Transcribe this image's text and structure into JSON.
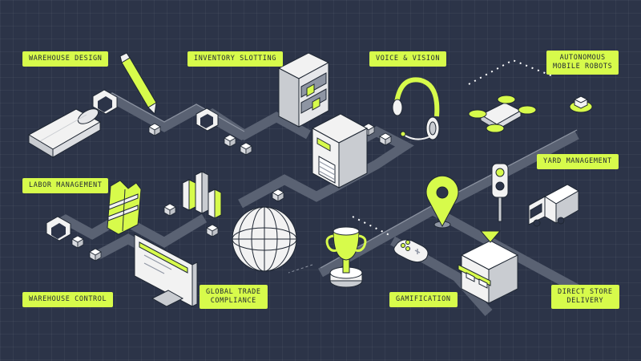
{
  "labels": {
    "warehouse_design": "WAREHOUSE DESIGN",
    "inventory_slotting": "INVENTORY SLOTTING",
    "voice_vision": "VOICE & VISION",
    "autonomous_mobile_robots": "AUTONOMOUS\nMOBILE ROBOTS",
    "yard_management": "YARD MANAGEMENT",
    "labor_management": "LABOR MANAGEMENT",
    "warehouse_control": "WAREHOUSE CONTROL",
    "global_trade_compliance": "GLOBAL TRADE\nCOMPLIANCE",
    "gamification": "GAMIFICATION",
    "direct_store_delivery": "DIRECT STORE\nDELIVERY"
  },
  "colors": {
    "background": "#2c3448",
    "accent": "#d7fb4b",
    "conveyor": "#5a6273",
    "object_light": "#f2f2f2",
    "object_shade": "#c9ccd1",
    "outline": "#1f2733"
  },
  "icons": [
    "rolled-blueprint-icon",
    "pencil-icon",
    "warehouse-shelving-icon",
    "headset-icon",
    "drone-icon",
    "robot-icon",
    "warehouse-building-icon",
    "safety-vest-icon",
    "bar-chart-icon",
    "globe-icon",
    "location-pin-icon",
    "traffic-light-icon",
    "truck-icon",
    "trophy-icon",
    "game-controller-icon",
    "storefront-icon",
    "monitor-icon",
    "parcel-box-icon"
  ]
}
